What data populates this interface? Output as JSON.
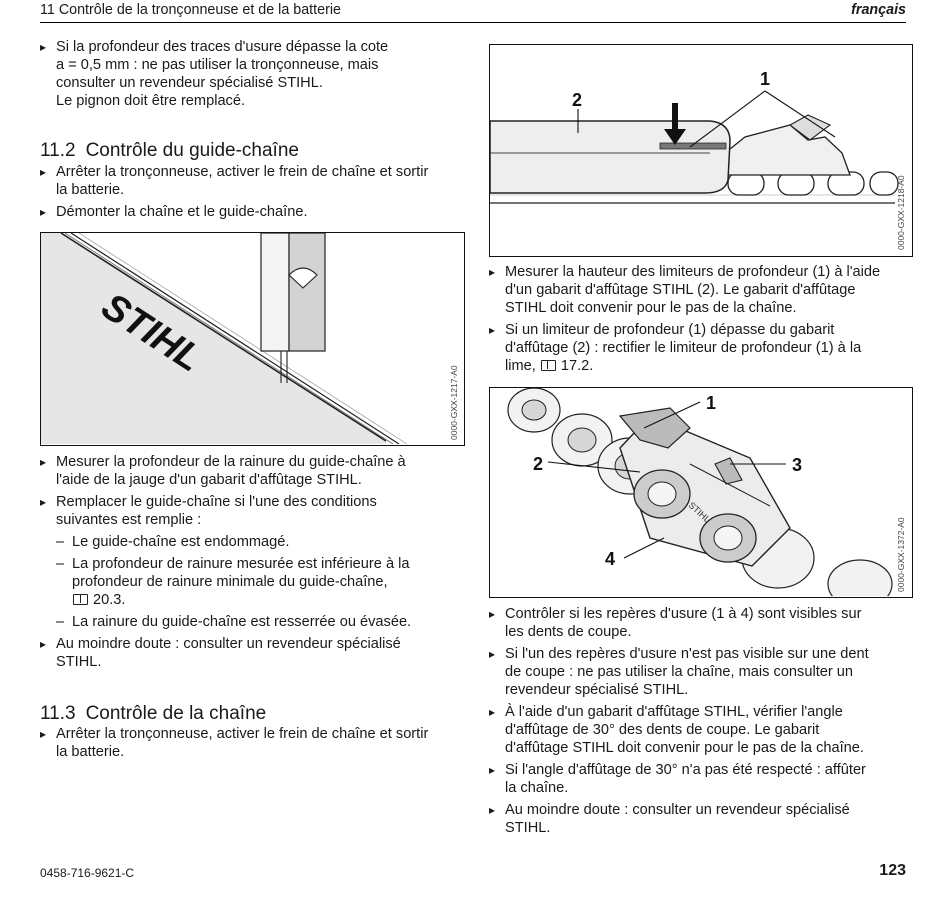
{
  "header": {
    "section_title": "11 Contrôle de la tronçonneuse et de la batterie",
    "language": "français"
  },
  "intro": {
    "lines": [
      "Si la profondeur des traces d'usure dépasse la cote",
      "a = 0,5 mm : ne pas utiliser la tronçonneuse, mais",
      "consulter un revendeur spécialisé STIHL.",
      "Le pignon doit être remplacé."
    ]
  },
  "section_11_2": {
    "number": "11.2",
    "title": "Contrôle du guide-chaîne",
    "step1": [
      "Arrêter la tronçonneuse, activer le frein de chaîne et sortir",
      "la batterie."
    ],
    "step2": [
      "Démonter la chaîne et le guide-chaîne."
    ],
    "figure_code": "0000-GXX-1217-A0",
    "figure_brand": "STIHL",
    "step3": [
      "Mesurer la profondeur de la rainure du guide-chaîne à",
      "l'aide de la jauge d'un gabarit d'affûtage STIHL."
    ],
    "step4": [
      "Remplacer le guide-chaîne si l'une des conditions",
      "suivantes est remplie :"
    ],
    "cond1": "Le guide-chaîne est endommagé.",
    "cond2": [
      "La profondeur de rainure mesurée est inférieure à la",
      "profondeur de rainure minimale du guide-chaîne,"
    ],
    "cond2_ref": "20.3.",
    "cond3": "La rainure du guide-chaîne est resserrée ou évasée.",
    "step5": [
      "Au moindre doute : consulter un revendeur spécialisé",
      "STIHL."
    ]
  },
  "section_11_3": {
    "number": "11.3",
    "title": "Contrôle de la chaîne",
    "step1": [
      "Arrêter la tronçonneuse, activer le frein de chaîne et sortir",
      "la batterie."
    ]
  },
  "right_col": {
    "figure1_code": "0000-GXX-1218-A0",
    "figure1_labels": {
      "one": "1",
      "two": "2"
    },
    "step1": [
      "Mesurer la hauteur des limiteurs de profondeur (1) à l'aide",
      "d'un gabarit d'affûtage STIHL (2). Le gabarit d'affûtage",
      "STIHL doit convenir pour le pas de la chaîne."
    ],
    "step2": [
      "Si un limiteur de profondeur (1) dépasse du gabarit",
      "d'affûtage (2) : rectifier le limiteur de profondeur (1) à la"
    ],
    "step2_end": "lime,",
    "step2_ref": "17.2.",
    "figure2_code": "0000-GXX-1372-A0",
    "figure2_labels": {
      "one": "1",
      "two": "2",
      "three": "3",
      "four": "4"
    },
    "figure2_stamp": "STIHL",
    "step3": [
      "Contrôler si les repères d'usure (1 à 4) sont visibles sur",
      "les dents de coupe."
    ],
    "step4": [
      "Si l'un des repères d'usure n'est pas visible sur une dent",
      "de coupe : ne pas utiliser la chaîne, mais consulter un",
      "revendeur spécialisé STIHL."
    ],
    "step5": [
      "À l'aide d'un gabarit d'affûtage STIHL, vérifier l'angle",
      "d'affûtage de 30° des dents de coupe. Le gabarit",
      "d'affûtage STIHL doit convenir pour le pas de la chaîne."
    ],
    "step6": [
      "Si l'angle d'affûtage de 30° n'a pas été respecté : affûter",
      "la chaîne."
    ],
    "step7": [
      "Au moindre doute : consulter un revendeur spécialisé",
      "STIHL."
    ]
  },
  "footer": {
    "doc_number": "0458-716-9621-C",
    "page_number": "123"
  }
}
